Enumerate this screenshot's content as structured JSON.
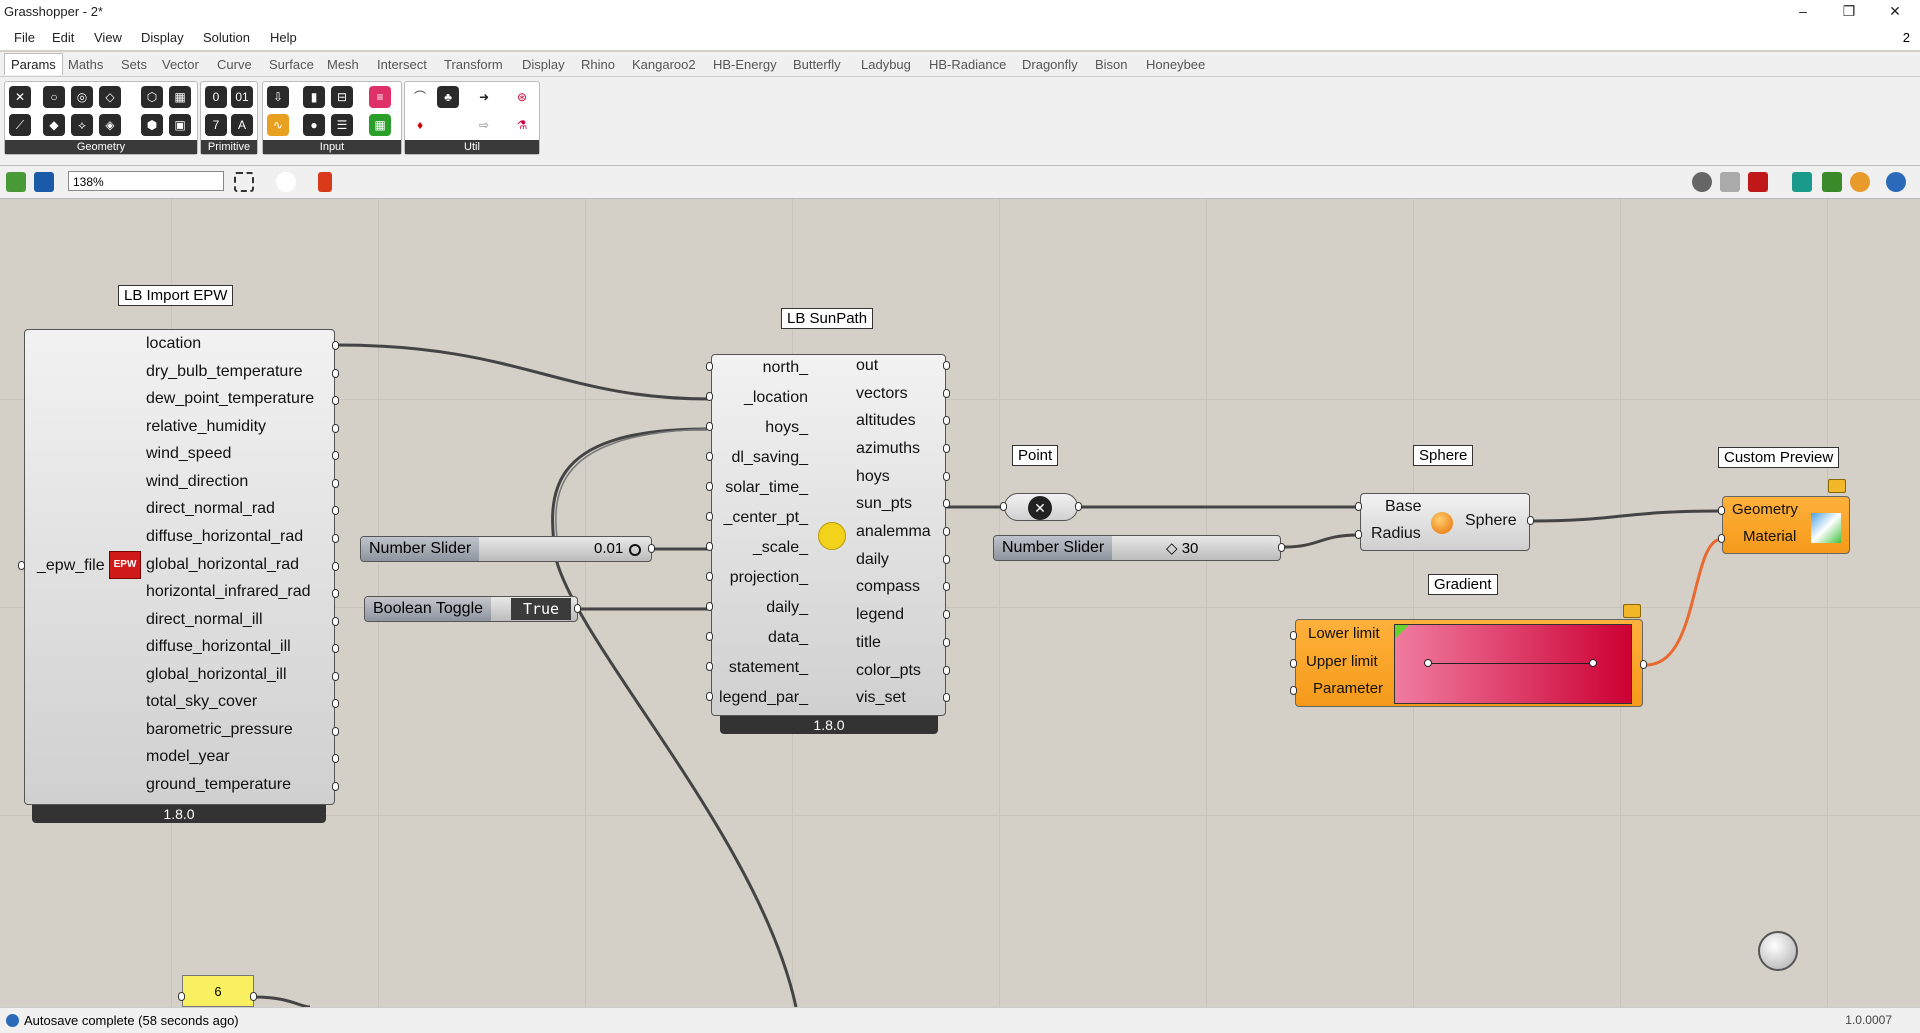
{
  "window": {
    "title": "Grasshopper - 2*",
    "minimize": "–",
    "maximize": "❐",
    "close": "✕"
  },
  "menu": {
    "items": [
      "File",
      "Edit",
      "View",
      "Display",
      "Solution",
      "Help"
    ],
    "right_value": "2"
  },
  "tabs": [
    "Params",
    "Maths",
    "Sets",
    "Vector",
    "Curve",
    "Surface",
    "Mesh",
    "Intersect",
    "Transform",
    "Display",
    "Rhino",
    "Kangaroo2",
    "HB-Energy",
    "Butterfly",
    "Ladybug",
    "HB-Radiance",
    "Dragonfly",
    "Bison",
    "Honeybee"
  ],
  "ribbon_groups": [
    "Geometry",
    "Primitive",
    "Input",
    "Util"
  ],
  "toolbar": {
    "zoom": "138%"
  },
  "nodes": {
    "import_epw": {
      "title": "LB Import EPW",
      "input": "_epw_file",
      "badge": "EPW",
      "outputs": [
        "location",
        "dry_bulb_temperature",
        "dew_point_temperature",
        "relative_humidity",
        "wind_speed",
        "wind_direction",
        "direct_normal_rad",
        "diffuse_horizontal_rad",
        "global_horizontal_rad",
        "horizontal_infrared_rad",
        "direct_normal_ill",
        "diffuse_horizontal_ill",
        "global_horizontal_ill",
        "total_sky_cover",
        "barometric_pressure",
        "model_year",
        "ground_temperature"
      ],
      "version": "1.8.0"
    },
    "sunpath": {
      "title": "LB SunPath",
      "inputs": [
        "north_",
        "_location",
        "hoys_",
        "dl_saving_",
        "solar_time_",
        "_center_pt_",
        "_scale_",
        "projection_",
        "daily_",
        "data_",
        "statement_",
        "legend_par_"
      ],
      "outputs": [
        "out",
        "vectors",
        "altitudes",
        "azimuths",
        "hoys",
        "sun_pts",
        "analemma",
        "daily",
        "compass",
        "legend",
        "title",
        "color_pts",
        "vis_set"
      ],
      "version": "1.8.0"
    },
    "slider1": {
      "name": "Number Slider",
      "value": "0.01"
    },
    "toggle": {
      "name": "Boolean Toggle",
      "value": "True"
    },
    "point": {
      "title": "Point"
    },
    "slider2": {
      "name": "Number Slider",
      "value": "◇ 30"
    },
    "sphere": {
      "title": "Sphere",
      "inputs": [
        "Base",
        "Radius"
      ],
      "output": "Sphere"
    },
    "custom_preview": {
      "title": "Custom Preview",
      "inputs": [
        "Geometry",
        "Material"
      ]
    },
    "gradient": {
      "title": "Gradient",
      "inputs": [
        "Lower limit",
        "Upper limit",
        "Parameter"
      ]
    },
    "panel": {
      "value": "6"
    }
  },
  "colors": {
    "canvas": "#d4d0c8",
    "gradient_start": "#f07ca0",
    "gradient_end": "#cc0033",
    "orange": "#f59a1a"
  },
  "status": {
    "text": "Autosave complete (58 seconds ago)",
    "version": "1.0.0007"
  }
}
